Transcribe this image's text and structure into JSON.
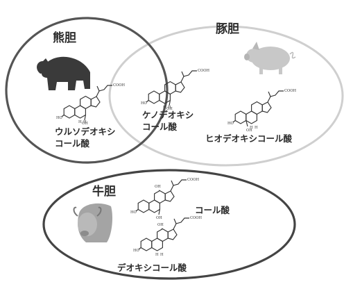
{
  "diagram": {
    "sets": [
      {
        "id": "bear",
        "label": "熊胆"
      },
      {
        "id": "pig",
        "label": "豚胆"
      },
      {
        "id": "ox",
        "label": "牛胆"
      }
    ],
    "compounds": [
      {
        "id": "udca",
        "lines": [
          "ウルソデオキシ",
          "コール酸"
        ],
        "in": [
          "bear"
        ]
      },
      {
        "id": "cdca",
        "lines": [
          "ケノデオキシ",
          "コール酸"
        ],
        "in": [
          "bear",
          "pig"
        ]
      },
      {
        "id": "hdca",
        "lines": [
          "ヒオデオキシコール酸"
        ],
        "in": [
          "pig"
        ]
      },
      {
        "id": "ca",
        "lines": [
          "コール酸"
        ],
        "in": [
          "ox"
        ]
      },
      {
        "id": "dca",
        "lines": [
          "デオキシコール酸"
        ],
        "in": [
          "ox"
        ]
      }
    ],
    "animals": [
      {
        "name": "bear-picture",
        "set": "bear",
        "color": "#3a3a3a"
      },
      {
        "name": "pig-picture",
        "set": "pig",
        "color": "#c8c8c8"
      },
      {
        "name": "ox-picture",
        "set": "ox",
        "color": "#9a9a9a"
      }
    ],
    "colors": {
      "bear_ring": "#555555",
      "pig_ring": "#cfcfcf",
      "ox_ring": "#444444",
      "text": "#2b2b2b"
    },
    "structure_labels": {
      "carboxyl": "COOH",
      "hydroxyl": "HO",
      "h": "H",
      "oh": "OH"
    }
  }
}
